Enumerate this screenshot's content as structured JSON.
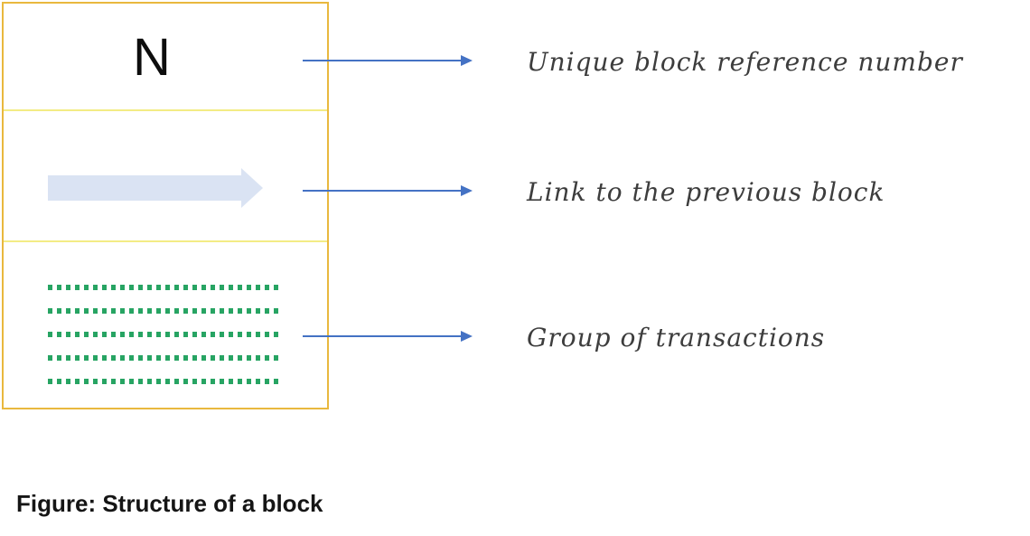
{
  "diagram": {
    "block_box": {
      "reference_symbol": "N",
      "transaction_rows": 5,
      "sections": [
        {
          "name": "unique-reference",
          "label": "Unique block reference number"
        },
        {
          "name": "previous-block-link",
          "label": "Link to the previous block"
        },
        {
          "name": "transactions-group",
          "label": "Group of transactions"
        }
      ]
    },
    "caption": "Figure: Structure of a block",
    "colors": {
      "box_border": "#E9B83E",
      "divider": "#F3EC85",
      "connector": "#4472C4",
      "link_arrow": "#DAE3F3",
      "dot_green": "#27A463",
      "label_text": "#3D3D3D",
      "caption_text": "#151515",
      "symbol_text": "#0D0D0D"
    }
  }
}
